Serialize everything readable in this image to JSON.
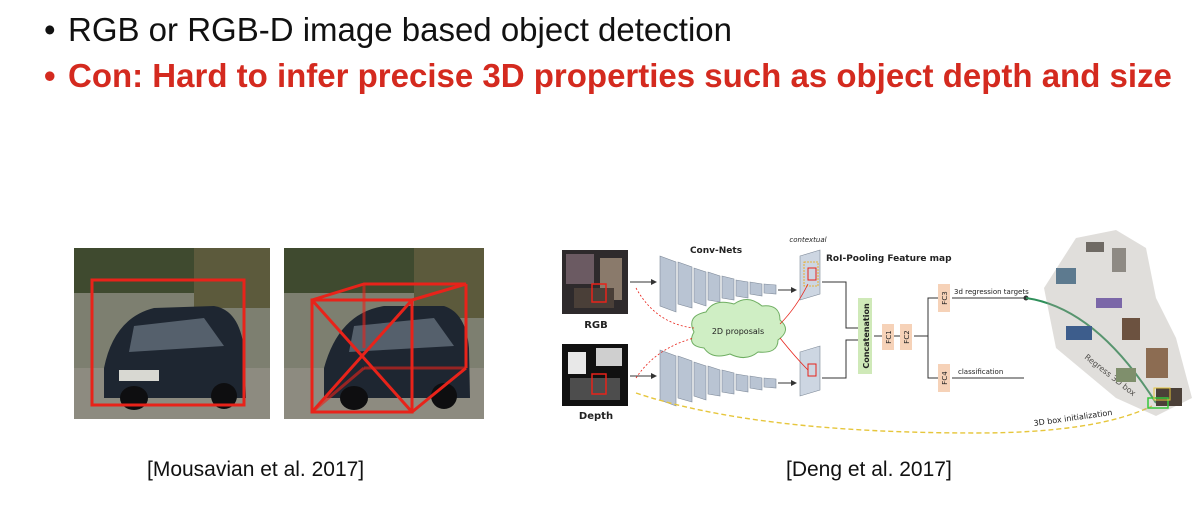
{
  "slide": {
    "bullets": [
      {
        "marker": "•",
        "text": "RGB or RGB-D image based object detection",
        "color": "#111111"
      },
      {
        "marker": "•",
        "text": "Con: Hard to infer precise 3D properties such as object depth and size",
        "color": "#d42a1f"
      }
    ],
    "captions": {
      "left": "[Mousavian et al. 2017]",
      "right": "[Deng et al. 2017]"
    }
  },
  "diagram": {
    "input_labels": {
      "rgb": "RGB",
      "depth": "Depth"
    },
    "conv_nets": "Conv-Nets",
    "contextual": "contextual",
    "roi_pooling": "RoI-Pooling Feature map",
    "proposals": "2D proposals",
    "concatenation": "Concatenation",
    "fc1": "FC1",
    "fc2": "FC2",
    "fc3": "FC3",
    "fc4": "FC4",
    "regression_targets": "3d regression targets",
    "classification": "classification",
    "regress_box": "Regress 3D box",
    "box_init": "3D box initialization"
  },
  "colors": {
    "bullet_accent": "#d42a1f",
    "box_red": "#e8231a",
    "cloud_fill": "#cfeec4",
    "fc_fill": "#f6d2b8",
    "concat_fill": "#cfe9b8",
    "init_line": "#e6c63c"
  }
}
